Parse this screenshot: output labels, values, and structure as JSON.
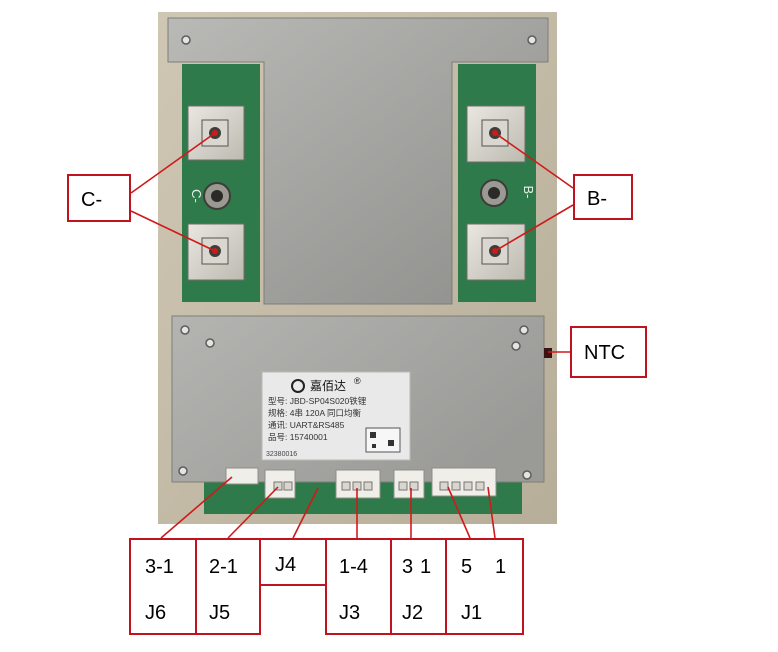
{
  "colors": {
    "callout_border": "#c1121f",
    "leader_line": "#d01a1a",
    "pcb_green": "#2f7a4a",
    "plate_metal": "#a9a9a7",
    "background": "#ffffff"
  },
  "board_label": {
    "brand": "嘉佰达",
    "registered_mark": "®",
    "lines": [
      "型号: JBD-SP04S020铁锂",
      "规格: 4串 120A 同口均衡",
      "通讯: UART&RS485",
      "品号: 15740001"
    ],
    "bottom_code": "32380016"
  },
  "pcb_silkscreen": {
    "left": "C-",
    "right": "B-"
  },
  "callouts": {
    "c_minus": "C-",
    "b_minus": "B-",
    "ntc": "NTC"
  },
  "connectors": [
    {
      "pins": "3-1",
      "name": "J6"
    },
    {
      "pins": "2-1",
      "name": "J5"
    },
    {
      "pins": "",
      "name": "J4"
    },
    {
      "pins": "1-4",
      "name": "J3"
    },
    {
      "pins_left": "3",
      "pins_right": "1",
      "name": "J2"
    },
    {
      "pins_left": "5",
      "pins_right": "1",
      "name": "J1"
    }
  ]
}
